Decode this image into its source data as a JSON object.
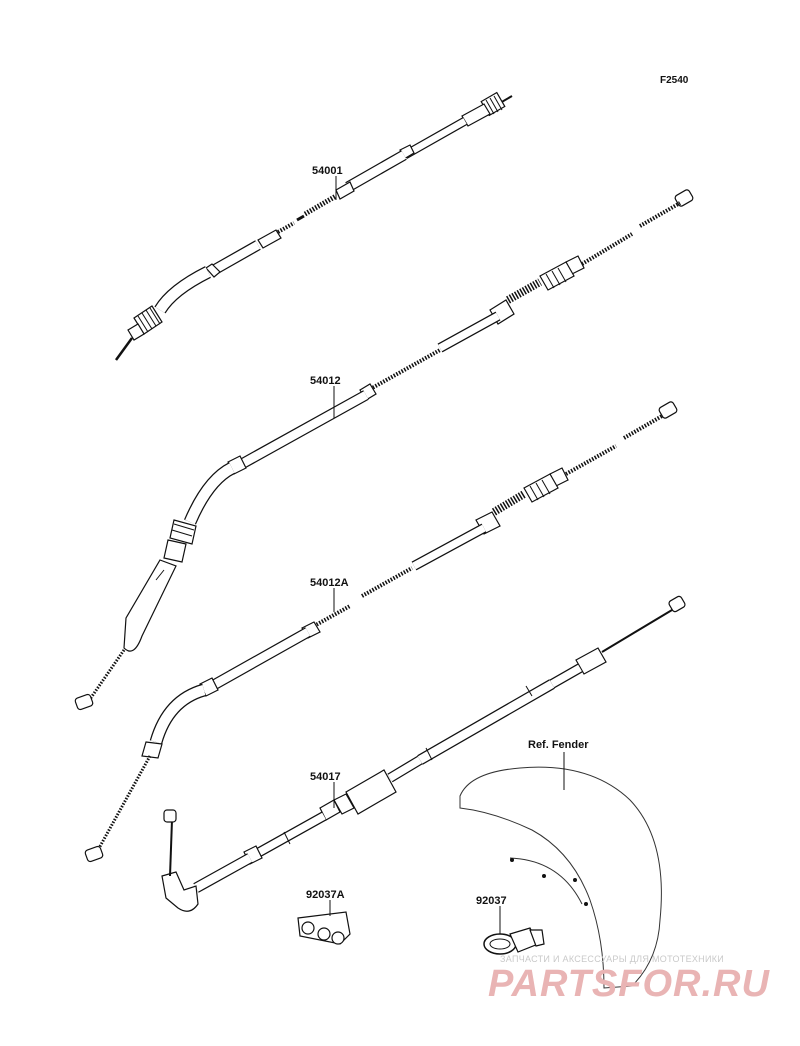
{
  "diagram_code": "F2540",
  "parts": [
    {
      "id": "54001"
    },
    {
      "id": "54012"
    },
    {
      "id": "54012A"
    },
    {
      "id": "54017"
    },
    {
      "id": "92037A"
    },
    {
      "id": "92037"
    }
  ],
  "reference_label": "Ref. Fender",
  "watermark": {
    "tagline": "ЗАПЧАСТИ И АКСЕССУАРЫ ДЛЯ МОТОТЕХНИКИ",
    "brand": "PARTSFOR.RU",
    "color": "#e9b4b4"
  }
}
